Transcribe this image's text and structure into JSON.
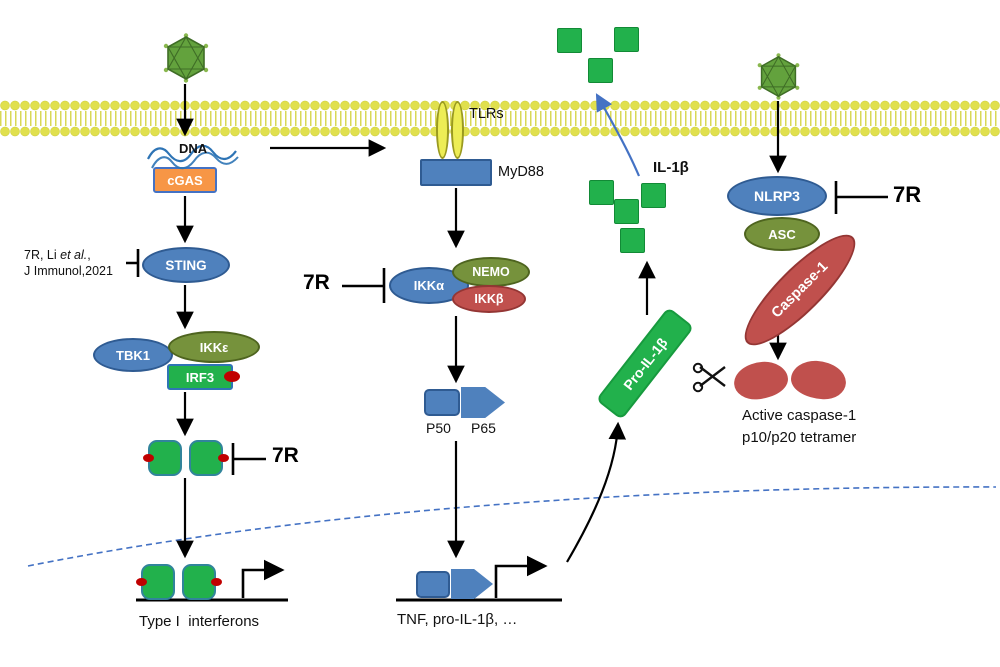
{
  "colors": {
    "blue": "#4F81BD",
    "olive": "#76923C",
    "red": "#C0504D",
    "green": "#22B14C",
    "orange": "#F79646",
    "membrane_yellow": "#E0E04E",
    "nuclear_dash_blue": "#4472C4",
    "phospho_red": "#C00000"
  },
  "left_pathway": {
    "dna_label": "DNA",
    "cgas": "cGAS",
    "sting": "STING",
    "citation_line1_pre": "7R, Li ",
    "citation_line1_italic": "et al.",
    "citation_line1_post": ",",
    "citation_line2": "J Immunol,2021",
    "tbk1": "TBK1",
    "ikke": "IKKε",
    "irf3": "IRF3",
    "inhibitor_label": "7R",
    "output_label": "Type I  interferons"
  },
  "middle_pathway": {
    "tlrs": "TLRs",
    "myd88": "MyD88",
    "ikka": "IKKα",
    "nemo": "NEMO",
    "ikkb": "IKKβ",
    "inhibitor_label": "7R",
    "p50": "P50",
    "p65": "P65",
    "output_label": "TNF, pro-IL-1β, …"
  },
  "il1b_pathway": {
    "pro_il1b": "Pro-IL-1β",
    "il1b": "IL-1β"
  },
  "right_pathway": {
    "nlrp3": "NLRP3",
    "asc": "ASC",
    "caspase1": "Caspase-1",
    "inhibitor_label": "7R",
    "output_line1": "Active caspase-1",
    "output_line2": "p10/p20 tetramer"
  }
}
